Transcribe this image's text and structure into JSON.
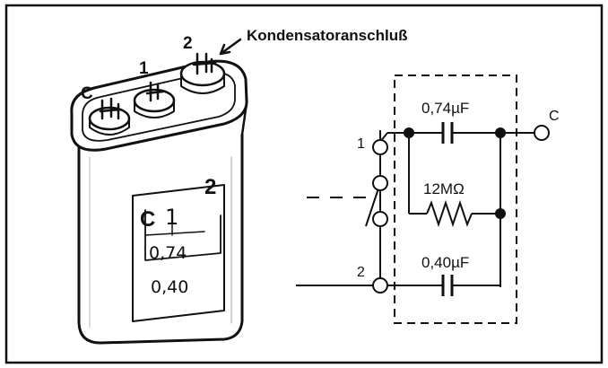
{
  "capacitor_drawing": {
    "callout_label": "Kondensatoranschluß",
    "terminals": {
      "c": "C",
      "one": "1",
      "two": "2"
    },
    "body_label": {
      "c": "C",
      "one": "1",
      "two": "2",
      "value_074": "0,74",
      "value_040": "0,40"
    }
  },
  "circuit": {
    "node_1": "1",
    "node_2": "2",
    "node_c": "C",
    "cap_top_value": "0,74µF",
    "resistor_value": "12MΩ",
    "cap_bottom_value": "0,40µF"
  },
  "colors": {
    "ink": "#111111",
    "paper": "#ffffff"
  }
}
